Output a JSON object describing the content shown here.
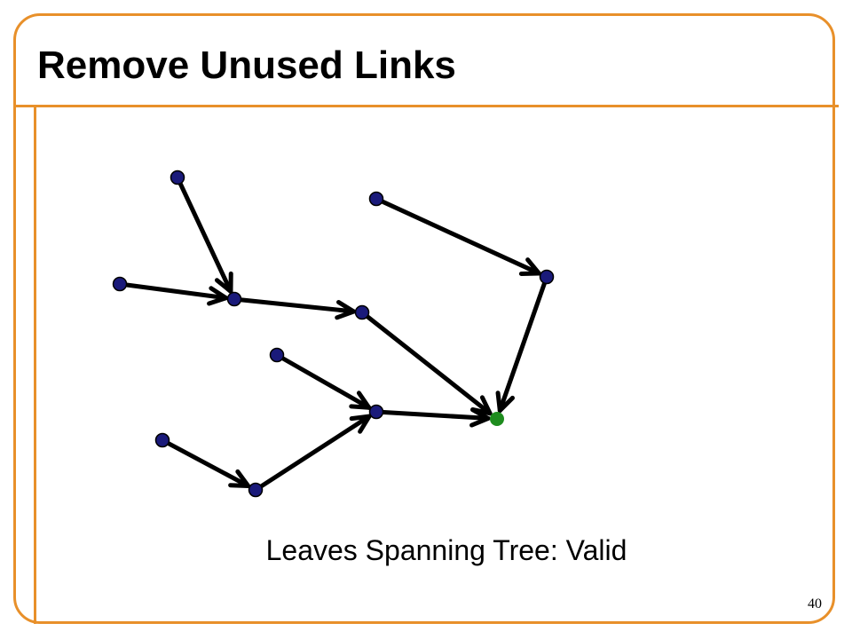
{
  "slide": {
    "title": "Remove Unused Links",
    "caption": "Leaves Spanning Tree: Valid",
    "page_number": "40"
  },
  "colors": {
    "frame": "#e8902a",
    "node": "#1a1a7a",
    "root": "#1e8c1e",
    "edge": "#000000"
  },
  "graph": {
    "nodes": [
      {
        "id": "n1",
        "kind": "node"
      },
      {
        "id": "n2",
        "kind": "node"
      },
      {
        "id": "n3",
        "kind": "node"
      },
      {
        "id": "n4",
        "kind": "node"
      },
      {
        "id": "n5",
        "kind": "node"
      },
      {
        "id": "n6",
        "kind": "node"
      },
      {
        "id": "n7",
        "kind": "node"
      },
      {
        "id": "n8",
        "kind": "node"
      },
      {
        "id": "n9",
        "kind": "node"
      },
      {
        "id": "n10",
        "kind": "node"
      },
      {
        "id": "root",
        "kind": "root"
      }
    ],
    "edges": [
      {
        "from": "n1",
        "to": "n3"
      },
      {
        "from": "n2",
        "to": "n3"
      },
      {
        "from": "n3",
        "to": "n4"
      },
      {
        "from": "n4",
        "to": "root"
      },
      {
        "from": "n5",
        "to": "n6"
      },
      {
        "from": "n6",
        "to": "root"
      },
      {
        "from": "n7",
        "to": "n8"
      },
      {
        "from": "n9",
        "to": "n10"
      },
      {
        "from": "n10",
        "to": "n8"
      },
      {
        "from": "n8",
        "to": "root"
      }
    ]
  }
}
